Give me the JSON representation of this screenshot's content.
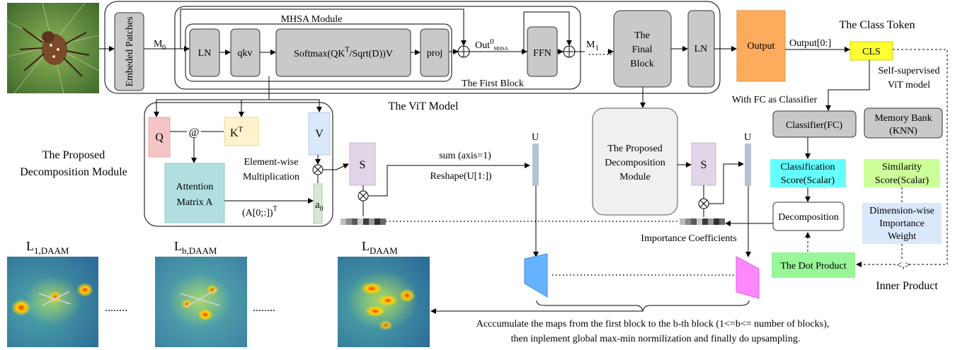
{
  "colors": {
    "gray_block": "#c9c9c9",
    "output_orange": "#ffab5e",
    "cls_yellow": "#ffff33",
    "q_pink": "#f5c5c5",
    "k_yellow": "#fff2cc",
    "v_blue": "#dae8fc",
    "attention_teal": "#b1dfe0",
    "a0_green": "#d5e8d4",
    "s_purple": "#e1d5e7",
    "u_steel": "#b3c3d1",
    "score_cyan": "#66ffff",
    "score_green": "#ccff99",
    "dot_product_green": "#98f598",
    "weight_blue": "#dae8fc",
    "map_blue": "#66b2ff",
    "map_pink": "#ff88ff"
  },
  "vit": {
    "embeded_patches": "Embeded Patches",
    "m0": "M",
    "m0_sub": "0",
    "mhsa_title": "MHSA Module",
    "ln": "LN",
    "qkv": "qkv",
    "softmax": "Softmax(QK",
    "softmax_sup": "T",
    "softmax_rest": "/Sqrt(D))V",
    "proj": "proj",
    "out_label": "Out",
    "out_sup": "0",
    "out_sub": "MHSA",
    "ffn": "FFN",
    "m1": "M",
    "m1_sub": "1",
    "final_block_1": "The",
    "final_block_2": "Final",
    "final_block_3": "Block",
    "ln_final": "LN",
    "first_block": "The First Block",
    "model_label": "The ViT Model",
    "output": "Output",
    "output_slice": "Output[0:]",
    "class_token_title": "The Class Token",
    "cls": "CLS"
  },
  "decomp": {
    "title_1": "The Proposed",
    "title_2": "Decomposition Module",
    "q": "Q",
    "at": "@",
    "k": "K",
    "k_sup": "T",
    "v": "V",
    "elementwise_1": "Element-wise",
    "elementwise_2": "Multiplication",
    "attention_1": "Attention",
    "attention_2": "Matrix A",
    "a_slice": "(A[0;:])",
    "a_slice_sup": "T",
    "a0": "a",
    "a0_sub": "0",
    "s": "S",
    "sum": "sum (axis=1)",
    "reshape": "Reshape(U[1:])",
    "u": "U",
    "proposed_1": "The Proposed",
    "proposed_2": "Decomposition",
    "proposed_3": "Module",
    "s2": "S",
    "u2": "U",
    "importance": "Importance Coefficients"
  },
  "right": {
    "self_supervised_1": "Self-supervised",
    "self_supervised_2": "ViT model",
    "with_fc": "With FC as Classifier",
    "classifier": "Classifier(FC)",
    "memory_1": "Memory Bank",
    "memory_2": "(KNN)",
    "class_score_1": "Classification",
    "class_score_2": "Score(Scalar)",
    "sim_score_1": "Similarity",
    "sim_score_2": "Score(Scalar)",
    "decomposition": "Decomposition",
    "dim_weight_1": "Dimension-wise",
    "dim_weight_2": "Importance",
    "dim_weight_3": "Weight",
    "dot_product": "The Dot Product",
    "inner_symbol": "<,>",
    "inner_product": "Inner Product"
  },
  "maps": {
    "l1_main": "L",
    "l1_sub": "1,DAAM",
    "lb_main": "L",
    "lb_sub": "b,DAAM",
    "ldaam_main": "L",
    "ldaam_sub": "DAAM",
    "ellipsis": "........",
    "accumulate_1": "Acccumulate  the maps from the first block to the b-th block (1<=b<= number of blocks),",
    "accumulate_2": "then inplement global max-min normilization and finally do upsampling."
  }
}
